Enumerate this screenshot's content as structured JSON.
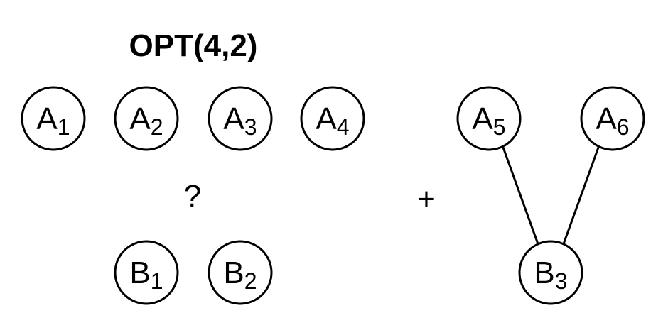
{
  "title": "OPT(4,2)",
  "question_mark": "?",
  "plus_sign": "+",
  "nodes": [
    {
      "id": "a1",
      "letter": "A",
      "sub": "1"
    },
    {
      "id": "a2",
      "letter": "A",
      "sub": "2"
    },
    {
      "id": "a3",
      "letter": "A",
      "sub": "3"
    },
    {
      "id": "a4",
      "letter": "A",
      "sub": "4"
    },
    {
      "id": "b1",
      "letter": "B",
      "sub": "1"
    },
    {
      "id": "b2",
      "letter": "B",
      "sub": "2"
    },
    {
      "id": "a5",
      "letter": "A",
      "sub": "5"
    },
    {
      "id": "a6",
      "letter": "A",
      "sub": "6"
    },
    {
      "id": "b3",
      "letter": "B",
      "sub": "3"
    }
  ],
  "edges": [
    {
      "from": "A5",
      "to": "B3"
    },
    {
      "from": "A6",
      "to": "B3"
    }
  ]
}
